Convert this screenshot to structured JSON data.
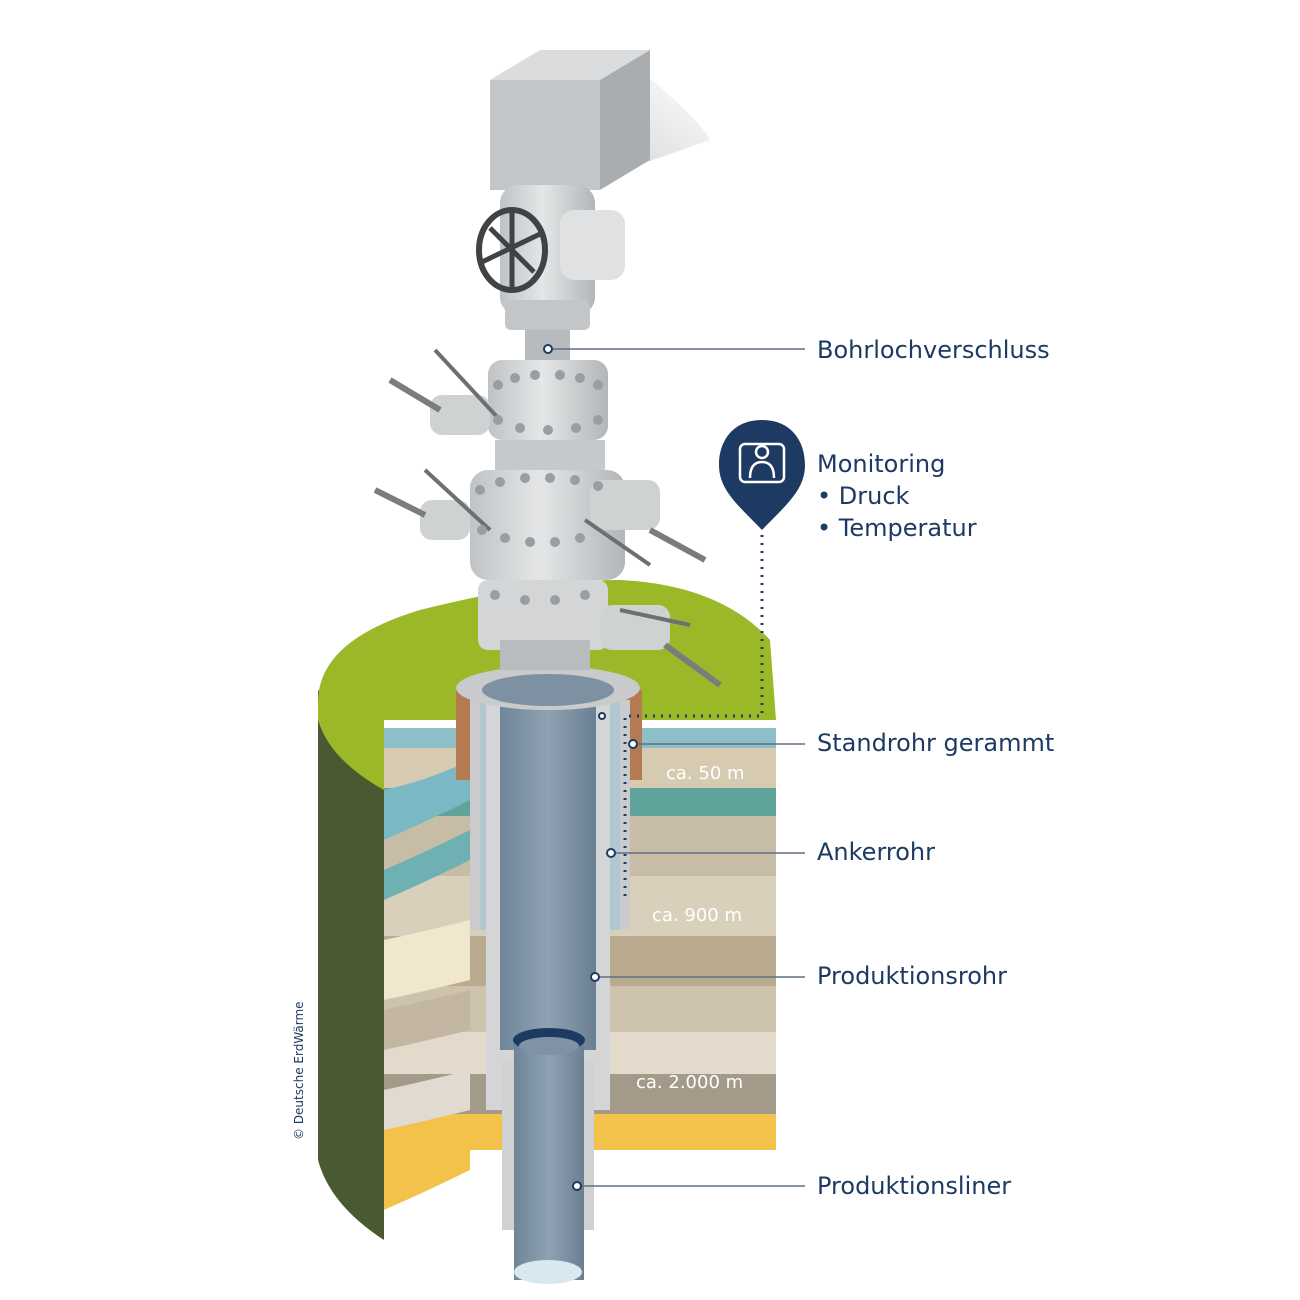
{
  "labels": {
    "wellhead": "Bohrlochverschluss",
    "monitoring_title": "Monitoring",
    "monitoring_pressure": "• Druck",
    "monitoring_temperature": "• Temperatur",
    "conductor": "Standrohr gerammt",
    "anchor": "Ankerrohr",
    "production_casing": "Produktionsrohr",
    "production_liner": "Produktionsliner"
  },
  "depths": {
    "d50": "ca. 50 m",
    "d900": "ca. 900 m",
    "d2000": "ca. 2.000 m"
  },
  "copyright": "© Deutsche ErdWärme",
  "icons": [
    "monitoring-pin-icon",
    "valve-wheel-icon"
  ],
  "colors": {
    "label": "#1d3a63",
    "grass": "#9bb828",
    "grass_side": "#4a5a30",
    "marker": "#1d3a63",
    "water_layer": "#7ab8c4",
    "sand_layer": "#f3c24a",
    "pipe": "#7a8c9c"
  }
}
